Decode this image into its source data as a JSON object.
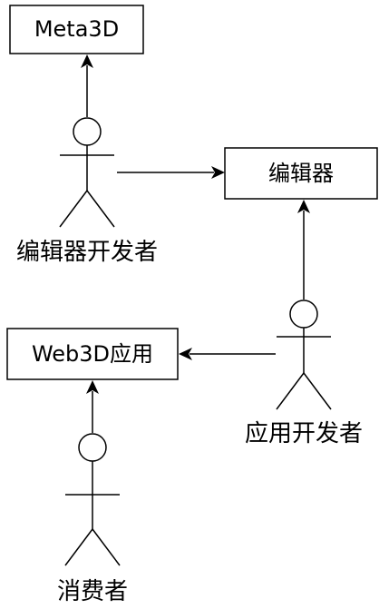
{
  "nodes": {
    "meta3d": "Meta3D",
    "editor": "编辑器",
    "web3d_app": "Web3D应用"
  },
  "actors": {
    "editor_developer": "编辑器开发者",
    "app_developer": "应用开发者",
    "consumer": "消费者"
  }
}
